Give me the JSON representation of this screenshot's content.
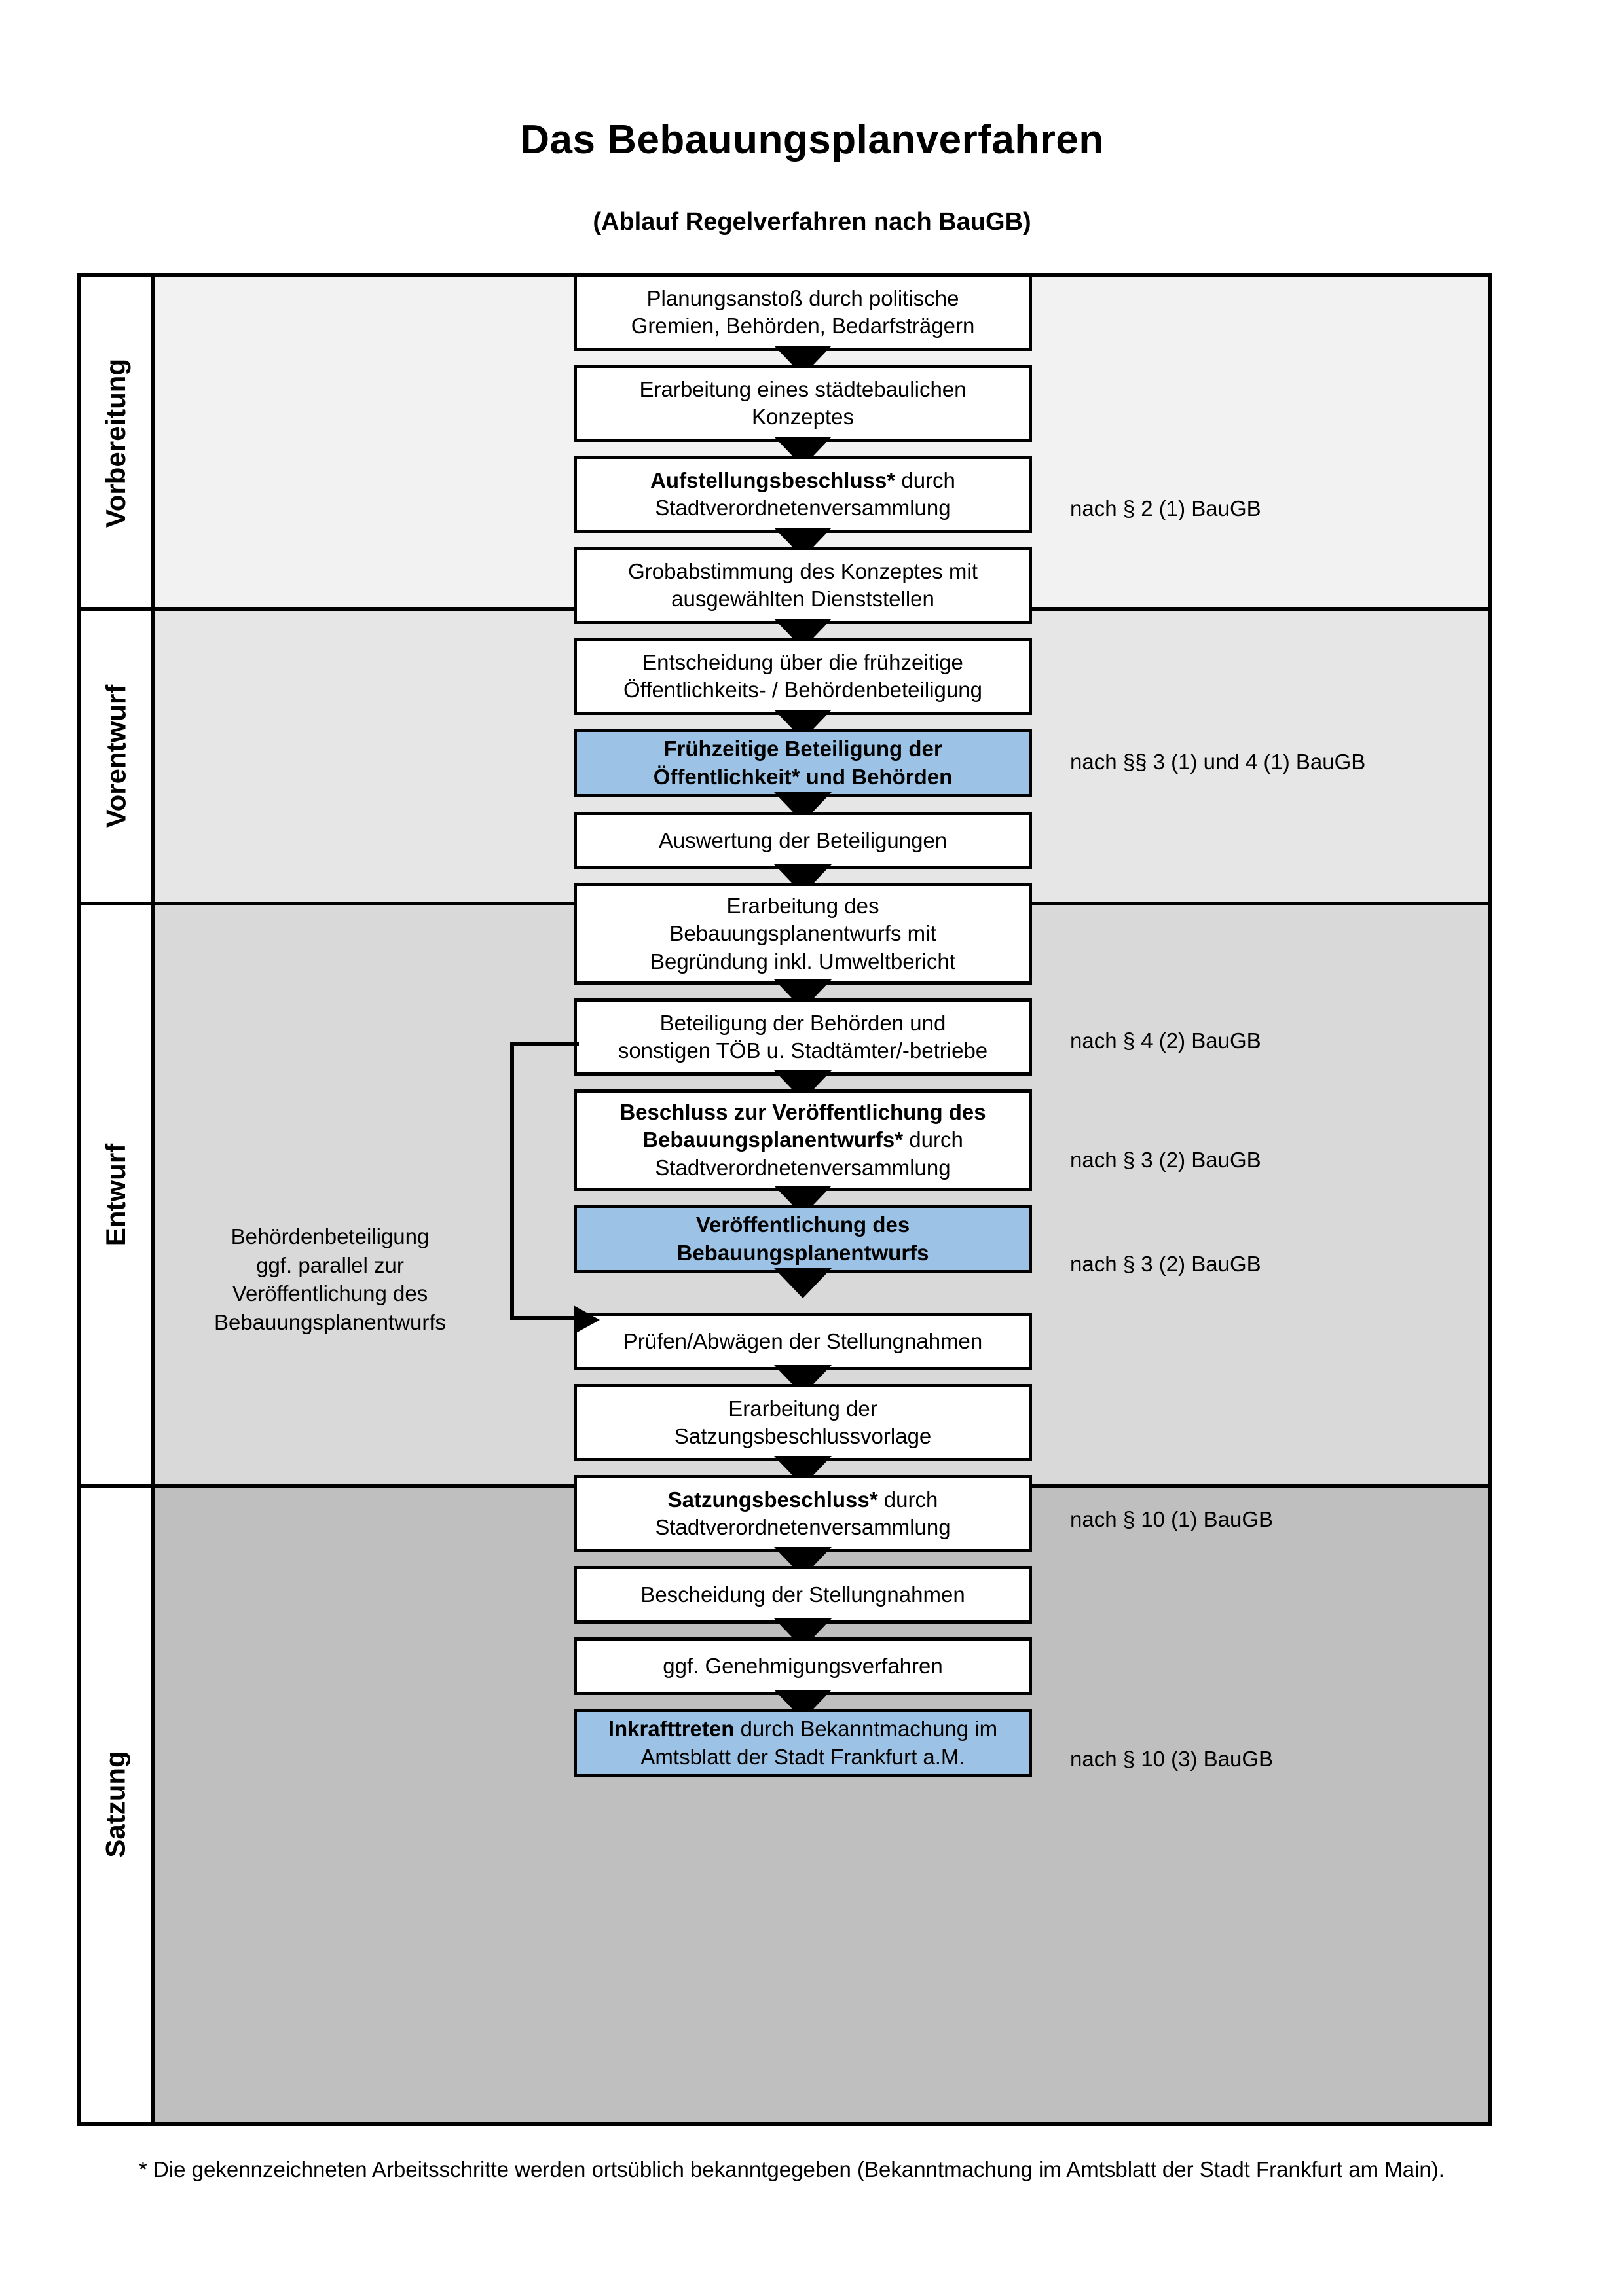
{
  "header": {
    "title": "Das Bebauungsplanverfahren",
    "subtitle": "(Ablauf Regelverfahren nach BauGB)"
  },
  "phases": [
    {
      "id": "vorbereitung",
      "label": "Vorbereitung",
      "band_color": "#F2F2F2"
    },
    {
      "id": "vorentwurf",
      "label": "Vorentwurf",
      "band_color": "#E6E6E6"
    },
    {
      "id": "entwurf",
      "label": "Entwurf",
      "band_color": "#D9D9D9"
    },
    {
      "id": "satzung",
      "label": "Satzung",
      "band_color": "#BFBFBF"
    }
  ],
  "steps": [
    {
      "n": 1,
      "phase": "vorbereitung",
      "lines": [
        "Planungsanstoß durch politische",
        "Gremien, Behörden, Bedarfsträgern"
      ],
      "bold_lead": "",
      "highlight": false
    },
    {
      "n": 2,
      "phase": "vorbereitung",
      "lines": [
        "Erarbeitung eines städtebaulichen",
        "Konzeptes"
      ],
      "bold_lead": "",
      "highlight": false
    },
    {
      "n": 3,
      "phase": "vorbereitung",
      "lines": [
        "durch",
        "Stadtverordnetenversammlung"
      ],
      "bold_lead": "Aufstellungsbeschluss*",
      "highlight": false
    },
    {
      "n": 4,
      "phase": "vorentwurf",
      "lines": [
        "Grobabstimmung des Konzeptes mit",
        "ausgewählten Dienststellen"
      ],
      "bold_lead": "",
      "highlight": false
    },
    {
      "n": 5,
      "phase": "vorentwurf",
      "lines": [
        "Entscheidung über die frühzeitige",
        "Öffentlichkeits- / Behördenbeteiligung"
      ],
      "bold_lead": "",
      "highlight": false
    },
    {
      "n": 6,
      "phase": "vorentwurf",
      "lines": [
        "Frühzeitige Beteiligung der",
        "Öffentlichkeit* und Behörden"
      ],
      "bold_lead": "",
      "all_bold": true,
      "highlight": true
    },
    {
      "n": 7,
      "phase": "entwurf",
      "lines": [
        "Auswertung der Beteiligungen"
      ],
      "bold_lead": "",
      "highlight": false
    },
    {
      "n": 8,
      "phase": "entwurf",
      "lines": [
        "Erarbeitung des",
        "Bebauungsplanentwurfs mit",
        "Begründung inkl. Umweltbericht"
      ],
      "bold_lead": "",
      "highlight": false
    },
    {
      "n": 9,
      "phase": "entwurf",
      "lines": [
        "Beteiligung der Behörden und",
        "sonstigen TÖB u. Stadtämter/-betriebe"
      ],
      "bold_lead": "",
      "highlight": false
    },
    {
      "n": 10,
      "phase": "entwurf",
      "lines": [
        "durch",
        "Stadtverordnetenversammlung"
      ],
      "bold_lead": "Beschluss zur Veröffentlichung des Bebauungsplanentwurfs*",
      "highlight": false
    },
    {
      "n": 11,
      "phase": "entwurf",
      "lines": [
        "Veröffentlichung des",
        "Bebauungsplanentwurfs"
      ],
      "bold_lead": "",
      "all_bold": true,
      "highlight": true
    },
    {
      "n": 12,
      "phase": "satzung",
      "lines": [
        "Prüfen/Abwägen der Stellungnahmen"
      ],
      "bold_lead": "",
      "highlight": false
    },
    {
      "n": 13,
      "phase": "satzung",
      "lines": [
        "Erarbeitung der",
        "Satzungsbeschlussvorlage"
      ],
      "bold_lead": "",
      "highlight": false
    },
    {
      "n": 14,
      "phase": "satzung",
      "lines": [
        "durch",
        "Stadtverordnetenversammlung"
      ],
      "bold_lead": "Satzungsbeschluss*",
      "highlight": false
    },
    {
      "n": 15,
      "phase": "satzung",
      "lines": [
        "Bescheidung der Stellungnahmen"
      ],
      "bold_lead": "",
      "highlight": false
    },
    {
      "n": 16,
      "phase": "satzung",
      "lines": [
        "ggf. Genehmigungsverfahren"
      ],
      "bold_lead": "",
      "highlight": false
    },
    {
      "n": 17,
      "phase": "satzung",
      "lines": [
        "durch Bekanntmachung",
        "im Amtsblatt der Stadt Frankfurt a.M."
      ],
      "bold_lead": "Inkrafttreten",
      "highlight": true
    }
  ],
  "legal_refs": [
    {
      "id": "ref-2-1",
      "text": "nach § 2 (1) BauGB"
    },
    {
      "id": "ref-3-1-4-1",
      "text": "nach §§ 3 (1) und 4 (1) BauGB"
    },
    {
      "id": "ref-4-2",
      "text": "nach § 4 (2) BauGB"
    },
    {
      "id": "ref-3-2-a",
      "text": "nach § 3 (2) BauGB"
    },
    {
      "id": "ref-3-2-b",
      "text": "nach § 3 (2) BauGB"
    },
    {
      "id": "ref-10-1",
      "text": "nach § 10 (1) BauGB"
    },
    {
      "id": "ref-10-3",
      "text": "nach § 10 (3) BauGB"
    }
  ],
  "sidenote": {
    "lines": [
      "Behördenbeteiligung",
      "ggf. parallel zur",
      "Veröffentlichung des",
      "Bebauungsplanentwurfs"
    ]
  },
  "footnote": {
    "text": "* Die gekennzeichneten Arbeitsschritte werden ortsüblich bekanntgegeben (Bekanntmachung im Amtsblatt  der Stadt Frankfurt am Main)."
  },
  "colors": {
    "highlight_fill": "#9CC3E5",
    "outline": "#000000",
    "band_1": "#F2F2F2",
    "band_2": "#E6E6E6",
    "band_3": "#D9D9D9",
    "band_4": "#BFBFBF"
  }
}
